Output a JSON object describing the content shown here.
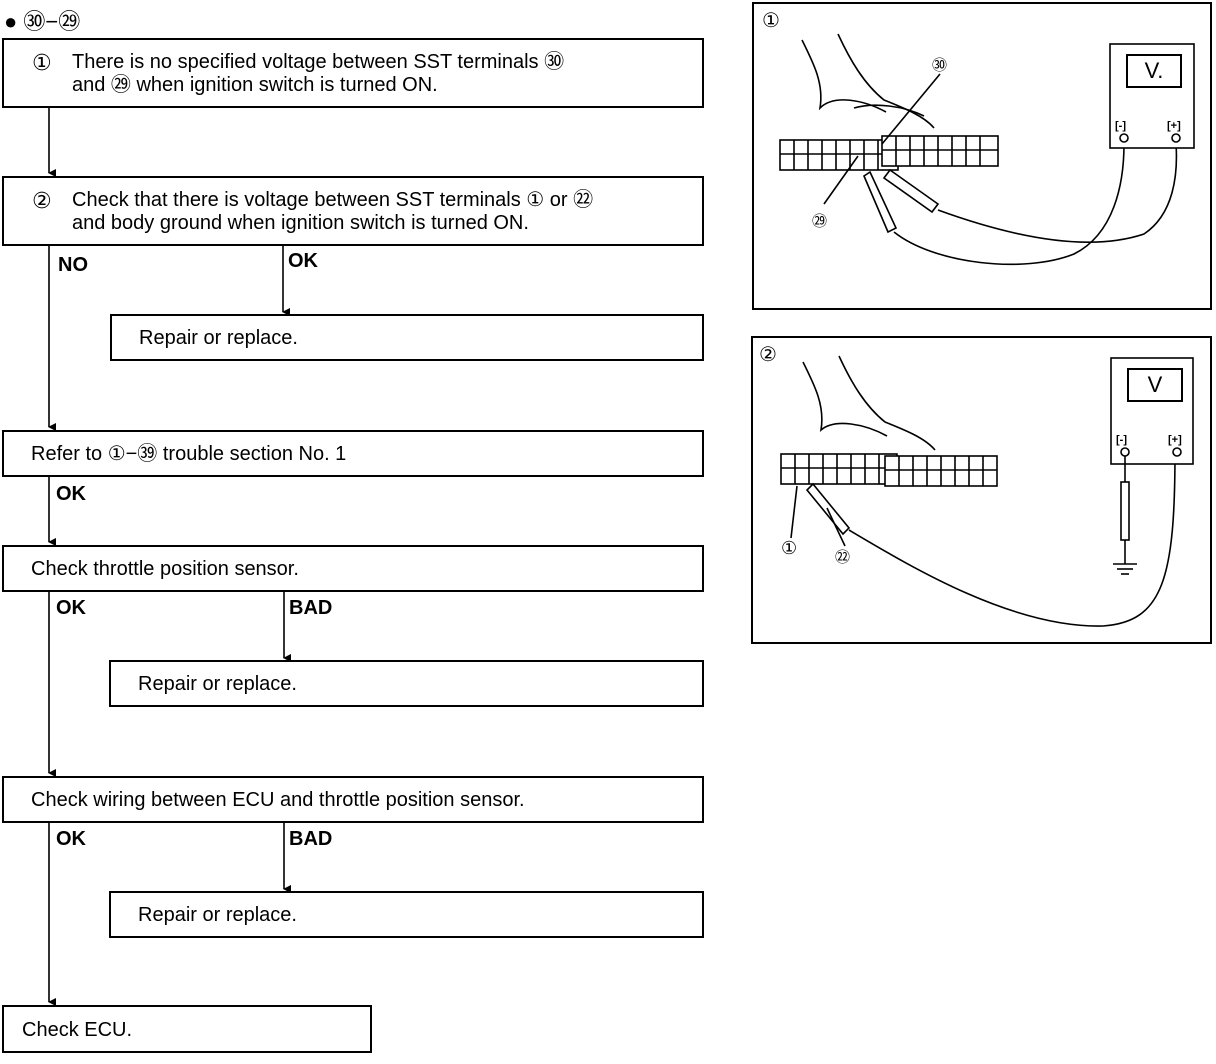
{
  "header": {
    "bullet": "●",
    "code": "㉚−㉙"
  },
  "steps": [
    {
      "num": "①",
      "text": "There is no specified voltage between SST terminals ㉚\nand ㉙ when ignition switch is turned ON."
    },
    {
      "num": "②",
      "text": "Check that there is voltage between SST terminals ① or ㉒\nand body ground when ignition switch is turned ON."
    }
  ],
  "boxes": {
    "repair1": "Repair or replace.",
    "refer": "Refer to ①−㊴ trouble section No. 1",
    "tps": "Check throttle position sensor.",
    "repair2": "Repair or replace.",
    "wiring": "Check wiring between ECU and throttle position sensor.",
    "repair3": "Repair or replace.",
    "ecu": "Check ECU."
  },
  "labels": {
    "no": "NO",
    "ok1": "OK",
    "ok2": "OK",
    "ok3": "OK",
    "bad1": "BAD",
    "ok4": "OK",
    "bad2": "BAD"
  },
  "panels": [
    {
      "tag": "①",
      "meter": "V.",
      "neg": "[-]",
      "pos": "[+]",
      "callouts": [
        "㉚",
        "㉙"
      ]
    },
    {
      "tag": "②",
      "meter": "V",
      "neg": "[-]",
      "pos": "[+]",
      "callouts": [
        "①",
        "㉒"
      ]
    }
  ]
}
